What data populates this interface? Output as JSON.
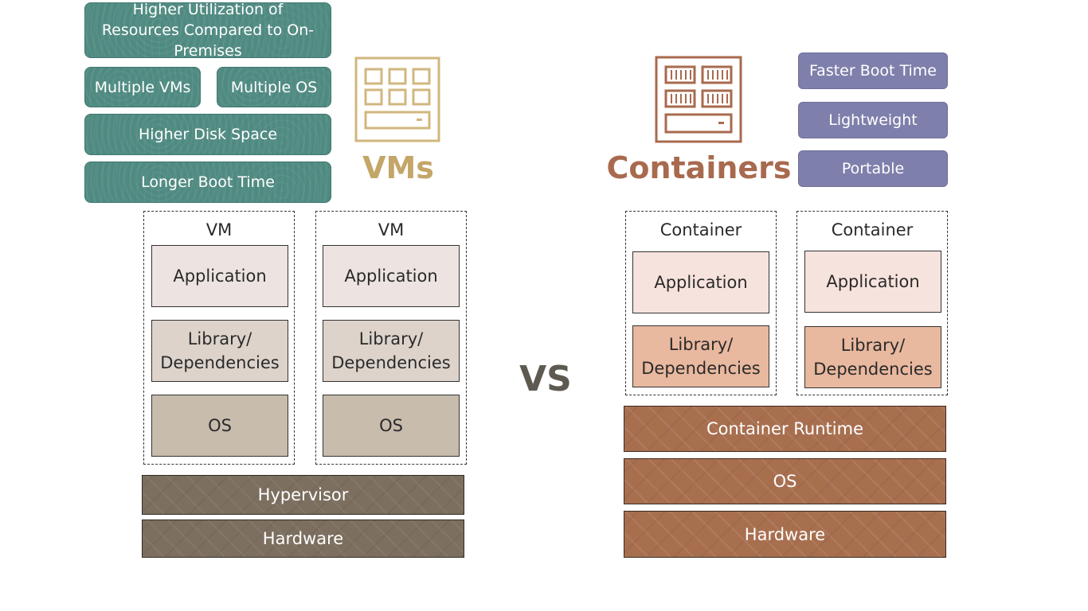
{
  "vm_side": {
    "title": "VMs",
    "title_color": "#c3a668",
    "features": [
      "Higher Utilization of Resources Compared to On-Premises",
      "Multiple VMs",
      "Multiple OS",
      "Higher Disk Space",
      "Longer Boot Time"
    ],
    "icon": "server-rack-icon",
    "boxes": [
      {
        "label": "VM",
        "layers": [
          "Application",
          "Library/ Dependencies",
          "OS"
        ]
      },
      {
        "label": "VM",
        "layers": [
          "Application",
          "Library/ Dependencies",
          "OS"
        ]
      }
    ],
    "host_layers": [
      "Hypervisor",
      "Hardware"
    ]
  },
  "separator": "VS",
  "container_side": {
    "title": "Containers",
    "title_color": "#a86a4e",
    "features": [
      "Faster Boot Time",
      "Lightweight",
      "Portable"
    ],
    "icon": "container-rack-icon",
    "boxes": [
      {
        "label": "Container",
        "layers": [
          "Application",
          "Library/ Dependencies"
        ]
      },
      {
        "label": "Container",
        "layers": [
          "Application",
          "Library/ Dependencies"
        ]
      }
    ],
    "host_layers": [
      "Container Runtime",
      "OS",
      "Hardware"
    ]
  }
}
